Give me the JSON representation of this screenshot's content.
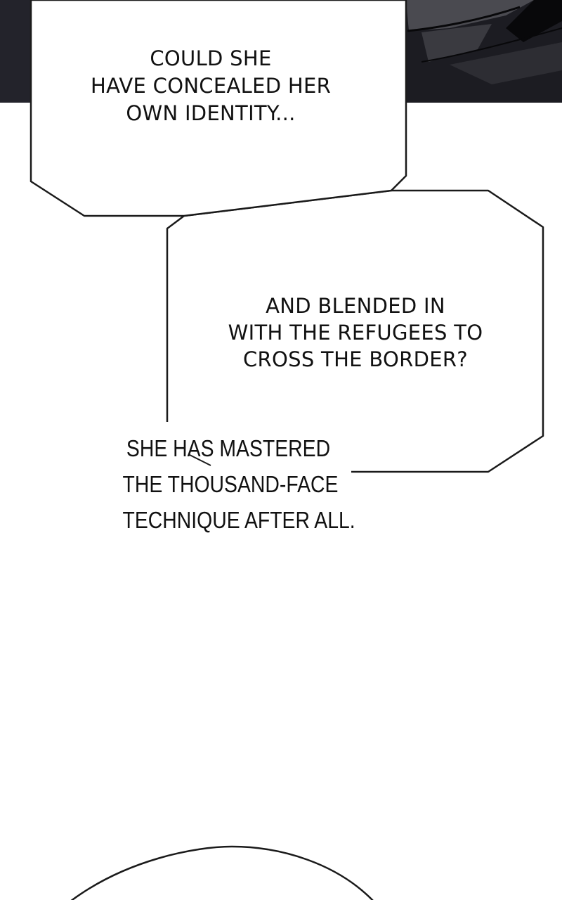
{
  "palette": {
    "background": "#ffffff",
    "ink": "#111111",
    "dark_panel": "#23232b",
    "panel_highlight": "#4a4a50",
    "panel_shadow": "#08080a"
  },
  "captions": [
    {
      "lines": [
        "COULD SHE",
        "HAVE CONCEALED HER",
        "OWN IDENTITY..."
      ]
    },
    {
      "lines": [
        "AND BLENDED IN",
        "WITH THE REFUGEES TO",
        "CROSS THE BORDER?"
      ]
    },
    {
      "lines": [
        "SHE HAS MASTERED",
        "THE THOUSAND-FACE",
        "TECHNIQUE AFTER ALL."
      ]
    }
  ]
}
